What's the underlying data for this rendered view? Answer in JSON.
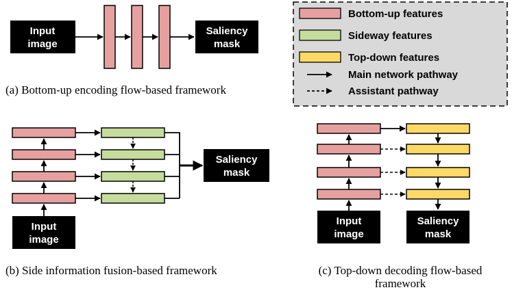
{
  "legend": {
    "items": [
      {
        "label": "Bottom-up features",
        "color": "#e6a0a0"
      },
      {
        "label": "Sideway features",
        "color": "#c6dc9c"
      },
      {
        "label": "Top-down features",
        "color": "#ffd966"
      },
      {
        "label": "Main network pathway"
      },
      {
        "label": "Assistant pathway"
      }
    ]
  },
  "panel_a": {
    "input_line1": "Input",
    "input_line2": "image",
    "output_line1": "Saliency",
    "output_line2": "mask",
    "caption": "(a) Bottom-up encoding flow-based framework"
  },
  "panel_b": {
    "input_line1": "Input",
    "input_line2": "image",
    "output_line1": "Saliency",
    "output_line2": "mask",
    "caption": "(b) Side information fusion-based framework"
  },
  "panel_c": {
    "input_line1": "Input",
    "input_line2": "image",
    "output_line1": "Saliency",
    "output_line2": "mask",
    "caption_line1": "(c) Top-down decoding flow-based",
    "caption_line2": "framework"
  },
  "colors": {
    "bottom_up": "#e6a0a0",
    "sideway": "#c6dc9c",
    "top_down": "#ffd966",
    "block": "#000000",
    "legend_bg": "#d9d9d9"
  }
}
